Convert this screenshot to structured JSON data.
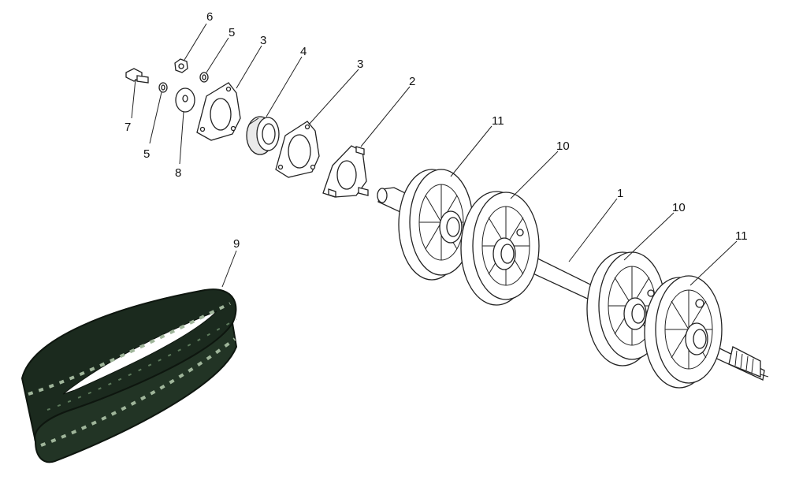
{
  "diagram": {
    "callouts": [
      {
        "id": "c6a",
        "label": "6"
      },
      {
        "id": "c5a",
        "label": "5"
      },
      {
        "id": "c3a",
        "label": "3"
      },
      {
        "id": "c4",
        "label": "4"
      },
      {
        "id": "c3b",
        "label": "3"
      },
      {
        "id": "c2",
        "label": "2"
      },
      {
        "id": "c7",
        "label": "7"
      },
      {
        "id": "c5b",
        "label": "5"
      },
      {
        "id": "c8",
        "label": "8"
      },
      {
        "id": "c11a",
        "label": "11"
      },
      {
        "id": "c10a",
        "label": "10"
      },
      {
        "id": "c1",
        "label": "1"
      },
      {
        "id": "c10b",
        "label": "10"
      },
      {
        "id": "c11b",
        "label": "11"
      },
      {
        "id": "c9",
        "label": "9"
      }
    ],
    "colors": {
      "line": "#222222",
      "part_fill": "#ffffff",
      "track_dark": "#1b2a1e",
      "track_light": "#9fb59a"
    }
  }
}
